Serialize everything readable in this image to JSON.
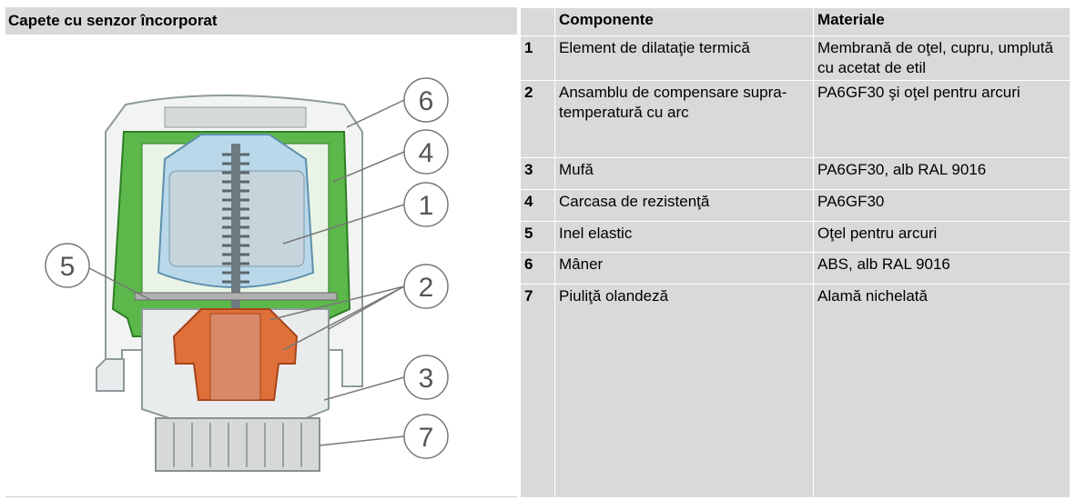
{
  "left_title": "Capete cu senzor încorporat",
  "figure": {
    "callouts": [
      "6",
      "4",
      "1",
      "5",
      "2",
      "3",
      "7"
    ]
  },
  "table": {
    "headers": {
      "index": "",
      "component": "Componente",
      "material": "Materiale"
    },
    "rows": [
      {
        "index": "1",
        "component": "Element de dilataţie termică",
        "material": "Membrană de oţel, cupru, umplută cu acetat de etil"
      },
      {
        "index": "2",
        "component": "Ansamblu de compensare supra-temperatură cu arc",
        "material": "PA6GF30 şi oţel pentru arcuri"
      },
      {
        "index": "3",
        "component": "Mufă",
        "material": "PA6GF30, alb RAL 9016"
      },
      {
        "index": "4",
        "component": "Carcasa de rezistenţă",
        "material": "PA6GF30"
      },
      {
        "index": "5",
        "component": "Inel elastic",
        "material": "Oţel pentru arcuri"
      },
      {
        "index": "6",
        "component": "Mâner",
        "material": "ABS, alb RAL 9016"
      },
      {
        "index": "7",
        "component": "Piuliţă olandeză",
        "material": "Alamă nichelată"
      }
    ]
  },
  "colors": {
    "header_grey": "#d9d9d9",
    "housing_green": "#4caf3c",
    "sensor_blue": "#a9cfe6",
    "spring_grey": "#7d8a92",
    "compensator_orange": "#e0703a",
    "nut_grey": "#c9c9c9"
  }
}
